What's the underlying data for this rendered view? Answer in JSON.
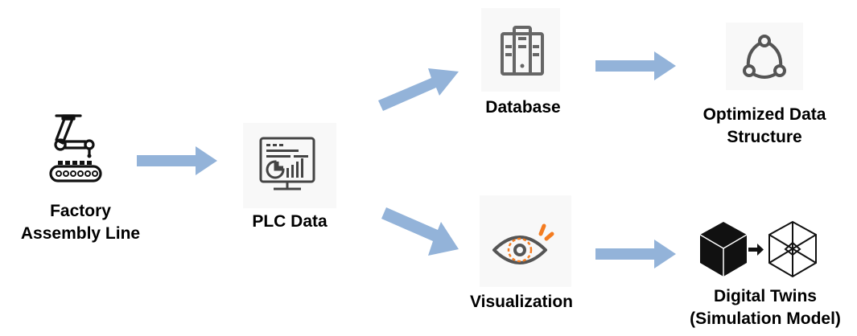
{
  "diagram": {
    "colors": {
      "arrow": "#93b3d9",
      "icon_gray": "#555555",
      "icon_black": "#111111",
      "accent_orange": "#f47c20",
      "tile_background": "#f8f8f8"
    },
    "nodes": [
      {
        "id": "factory",
        "label_line1": "Factory",
        "label_line2": "Assembly Line",
        "icon": "robot-arm-conveyor-icon"
      },
      {
        "id": "plc",
        "label_line1": "PLC Data",
        "icon": "monitor-dashboard-icon"
      },
      {
        "id": "database",
        "label_line1": "Database",
        "icon": "server-tower-icon"
      },
      {
        "id": "optimized",
        "label_line1": "Optimized Data",
        "label_line2": "Structure",
        "icon": "network-nodes-icon"
      },
      {
        "id": "visualization",
        "label_line1": "Visualization",
        "icon": "eye-focus-icon"
      },
      {
        "id": "digital_twins",
        "label_line1": "Digital Twins",
        "label_line2": "(Simulation Model)",
        "icon": "solid-cube-to-wireframe-cube-icon"
      }
    ],
    "edges": [
      {
        "from": "factory",
        "to": "plc"
      },
      {
        "from": "plc",
        "to": "database"
      },
      {
        "from": "plc",
        "to": "visualization"
      },
      {
        "from": "database",
        "to": "optimized"
      },
      {
        "from": "visualization",
        "to": "digital_twins"
      }
    ]
  }
}
